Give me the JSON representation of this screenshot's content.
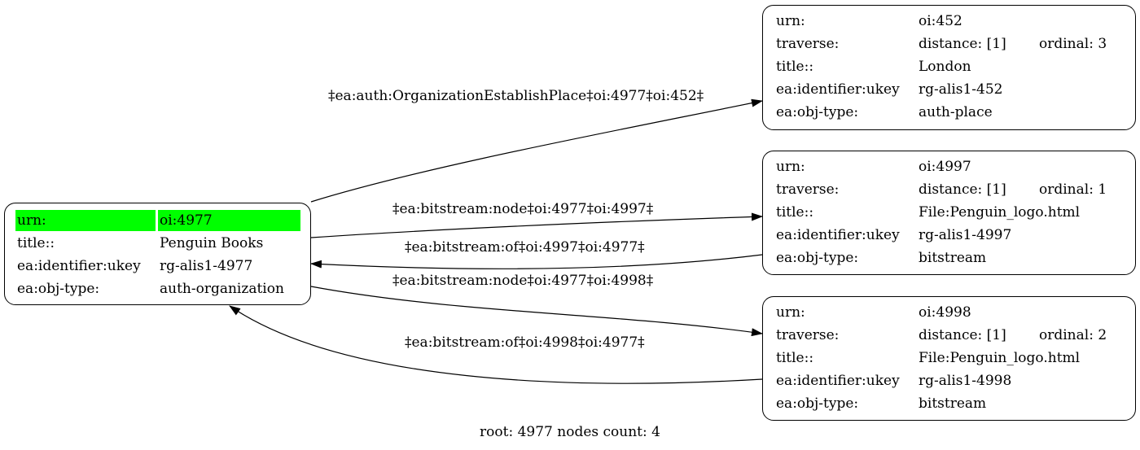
{
  "root_node": {
    "rows": [
      {
        "key": "urn:",
        "value": "oi:4977"
      },
      {
        "key": "title::",
        "value": "Penguin Books"
      },
      {
        "key": "ea:identifier:ukey",
        "value": "rg-alis1-4977"
      },
      {
        "key": "ea:obj-type:",
        "value": "auth-organization"
      }
    ],
    "highlight_color": "#00ff00"
  },
  "nodes": [
    {
      "urn": "oi:452",
      "traverse_distance": "distance: [1]",
      "traverse_ordinal": "ordinal: 3",
      "title": "London",
      "ukey": "rg-alis1-452",
      "obj_type": "auth-place"
    },
    {
      "urn": "oi:4997",
      "traverse_distance": "distance: [1]",
      "traverse_ordinal": "ordinal: 1",
      "title": "File:Penguin_logo.html",
      "ukey": "rg-alis1-4997",
      "obj_type": "bitstream"
    },
    {
      "urn": "oi:4998",
      "traverse_distance": "distance: [1]",
      "traverse_ordinal": "ordinal: 2",
      "title": "File:Penguin_logo.html",
      "ukey": "rg-alis1-4998",
      "obj_type": "bitstream"
    }
  ],
  "node_keys": {
    "urn": "urn:",
    "traverse": "traverse:",
    "title": "title::",
    "ukey": "ea:identifier:ukey",
    "obj_type": "ea:obj-type:"
  },
  "edges": [
    {
      "label": "‡ea:auth:OrganizationEstablishPlace‡oi:4977‡oi:452‡"
    },
    {
      "label": "‡ea:bitstream:node‡oi:4977‡oi:4997‡"
    },
    {
      "label": "‡ea:bitstream:of‡oi:4997‡oi:4977‡"
    },
    {
      "label": "‡ea:bitstream:node‡oi:4977‡oi:4998‡"
    },
    {
      "label": "‡ea:bitstream:of‡oi:4998‡oi:4977‡"
    }
  ],
  "footer": "root: 4977 nodes count: 4"
}
